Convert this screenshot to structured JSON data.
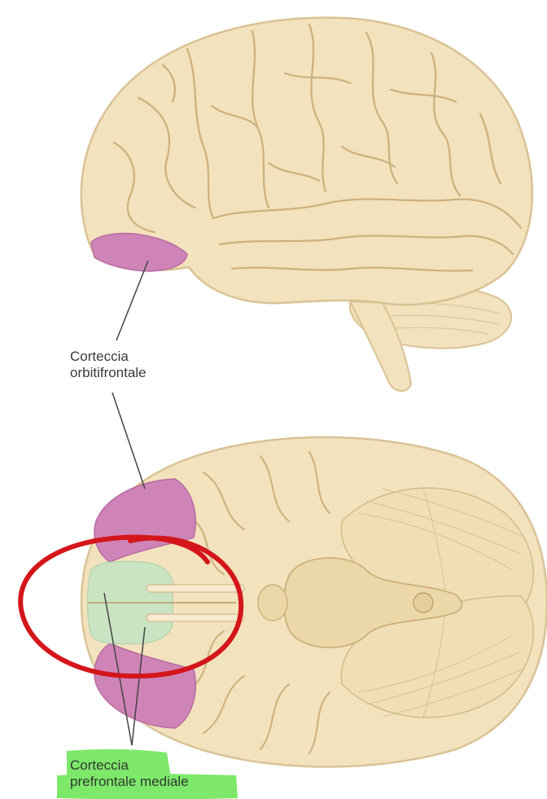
{
  "labels": {
    "orbitofrontal": {
      "line1": "Corteccia",
      "line2": "orbitifrontale"
    },
    "medial_prefrontal": {
      "line1": "Corteccia",
      "line2": "prefrontale mediale"
    }
  },
  "colors": {
    "brain_fill": "#f2e2bd",
    "brain_outline": "#d9c395",
    "gyri_lines": "#cdb07c",
    "orbitofrontal_highlight": "#cf84b8",
    "medial_prefrontal_highlight": "#c9e3c3",
    "annotation_circle": "#d4161b",
    "label_highlighter": "#7ee86b"
  },
  "icons": [
    "brain-lateral-view",
    "brain-ventral-view",
    "hand-drawn-red-circle",
    "highlighter-mark"
  ]
}
